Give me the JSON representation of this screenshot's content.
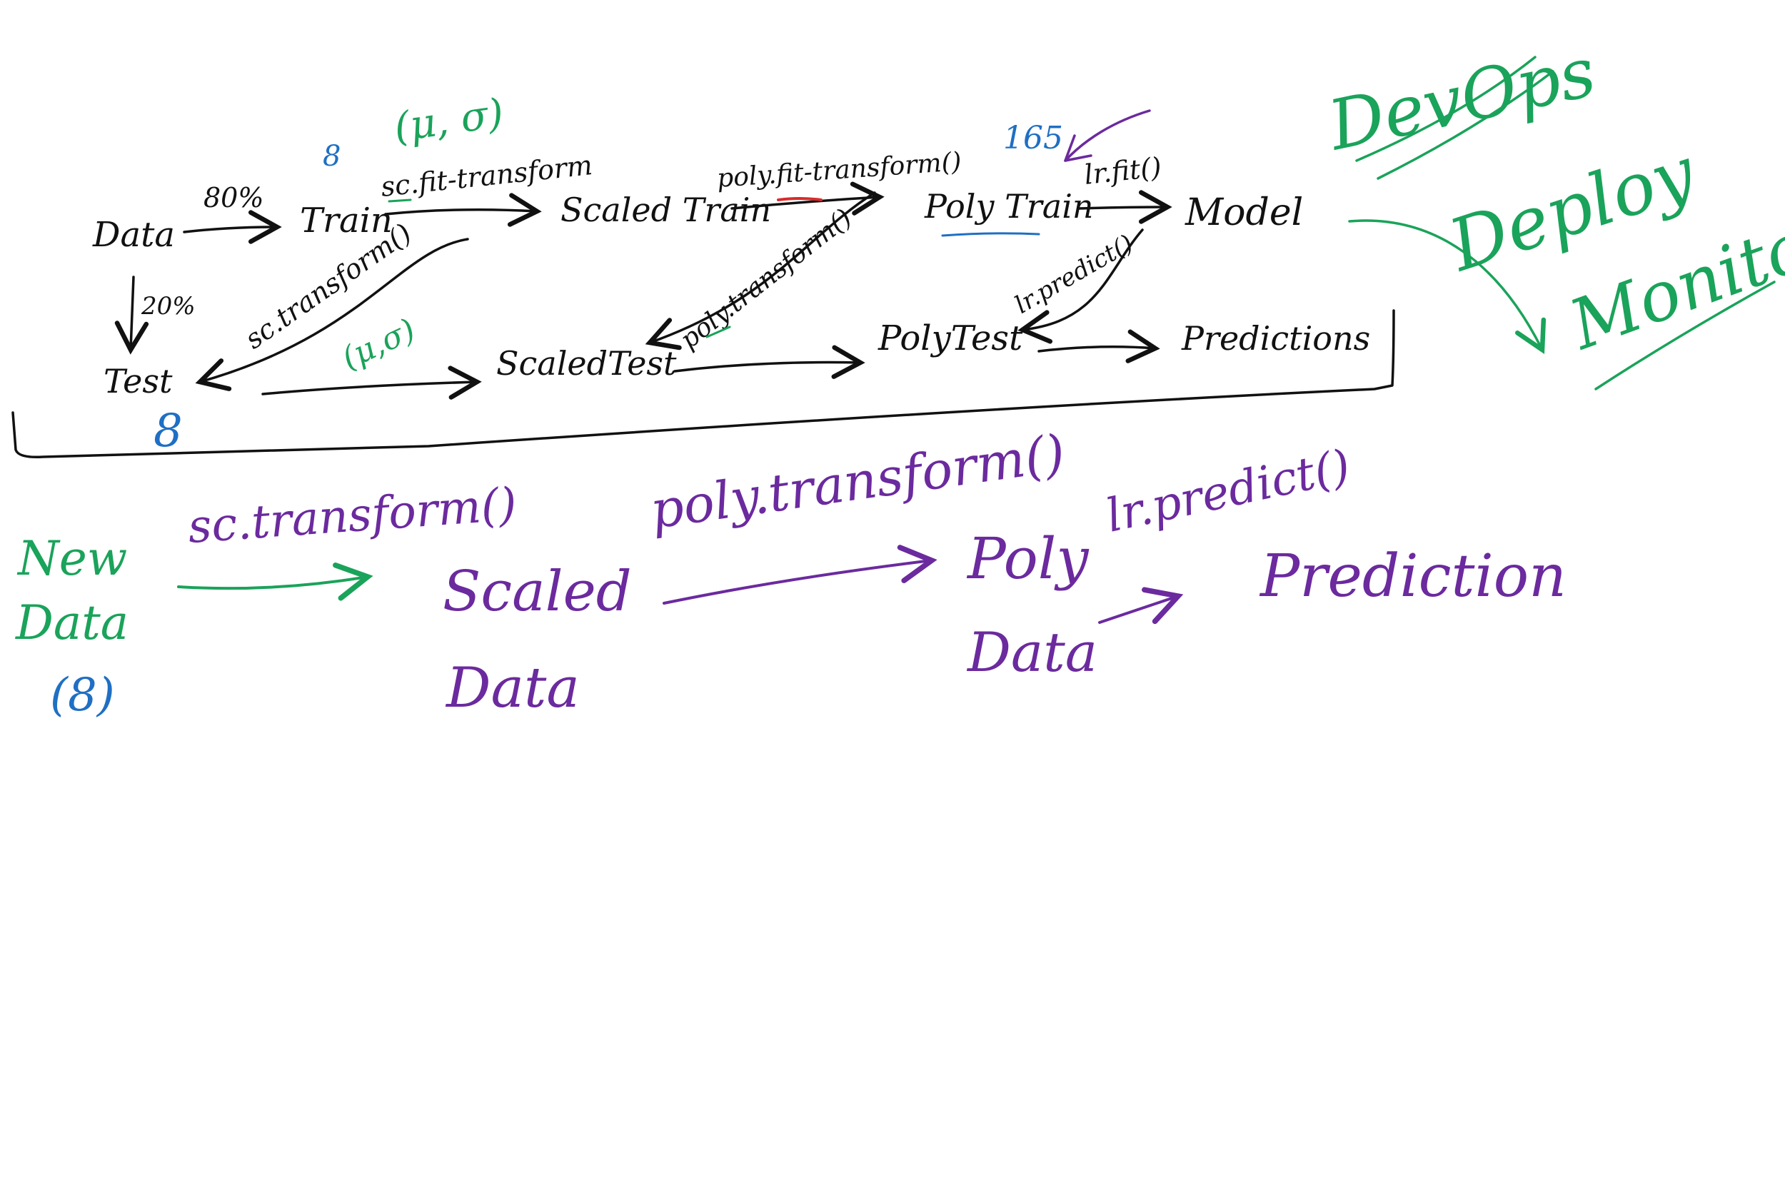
{
  "colors": {
    "black": "#111111",
    "green": "#1aa35a",
    "blue": "#1f6fc4",
    "purple": "#6b2a9e",
    "red": "#d62c2c"
  },
  "nodes": {
    "data": "Data",
    "train": "Train",
    "scaled_train": "Scaled Train",
    "poly_train": "Poly Train",
    "model": "Model",
    "test": "Test",
    "scaled_test": "ScaledTest",
    "poly_test": "PolyTest",
    "predictions": "Predictions"
  },
  "edge_labels": {
    "split_train": "80%",
    "split_test": "20%",
    "sc_fit_transform": "sc.fit-transform",
    "poly_fit_transform": "poly.fit-transform()",
    "lr_fit": "lr.fit()",
    "sc_transform": "sc.transform()",
    "poly_transform": "poly.transform()",
    "lr_predict": "lr.predict()"
  },
  "annotations": {
    "mu_sigma": "(μ, σ)",
    "train_features": "8",
    "poly_features": "165",
    "test_features": "8",
    "mu_sigma_reuse": "(μ,σ)"
  },
  "devops": {
    "title": "DevOps",
    "deploy": "Deploy",
    "monitor": "Monitor"
  },
  "new_data_flow": {
    "new_data": [
      "New",
      "Data"
    ],
    "new_data_features": "(8)",
    "sc_transform": "sc.transform()",
    "scaled_data": [
      "Scaled",
      "Data"
    ],
    "poly_transform": "poly.transform()",
    "poly_data": [
      "Poly",
      "Data"
    ],
    "lr_predict": "lr.predict()",
    "prediction": "Prediction"
  }
}
